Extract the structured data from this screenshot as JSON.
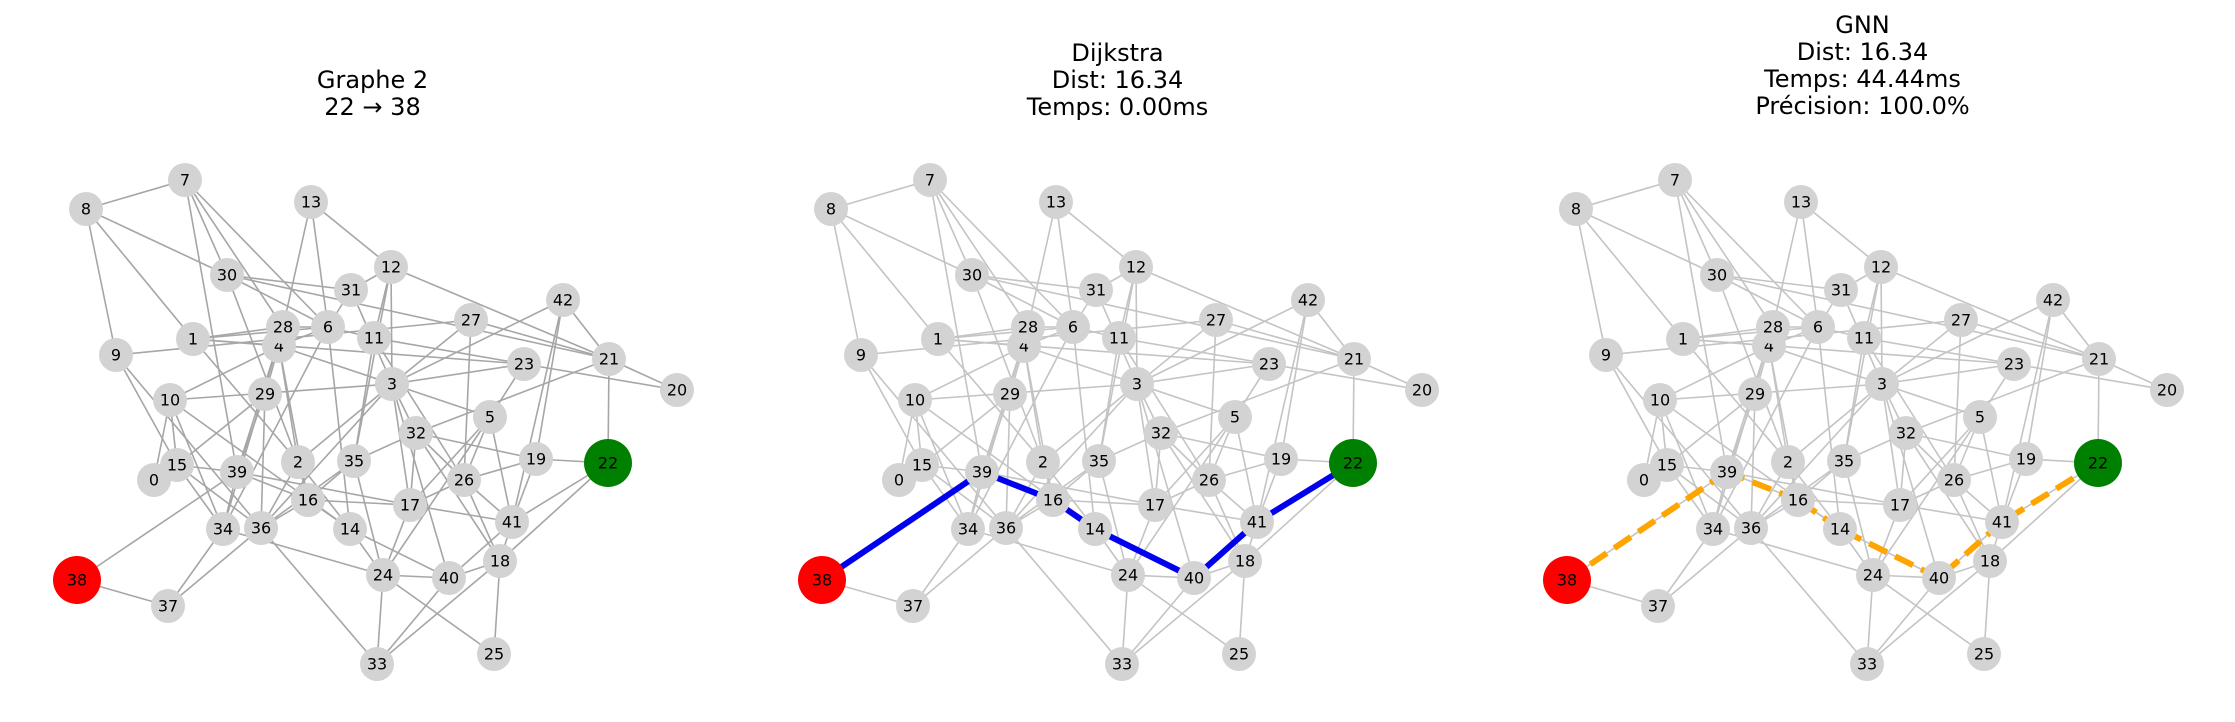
{
  "figure": {
    "panels": [
      {
        "id": "graph",
        "title_lines": [
          "Graphe 2",
          "22 → 38"
        ],
        "edge_color": "#a6a6a6",
        "path_style": "none"
      },
      {
        "id": "dijkstra",
        "title_lines": [
          "Dijkstra",
          "Dist: 16.34",
          "Temps: 0.00ms"
        ],
        "edge_color": "#c4c4c4",
        "path_color": "#0000ee",
        "path_style": "solid"
      },
      {
        "id": "gnn",
        "title_lines": [
          "GNN",
          "Dist: 16.34",
          "Temps: 44.44ms",
          "Précision: 100.0%"
        ],
        "edge_color": "#c4c4c4",
        "path_color": "#ffa500",
        "path_style": "dashed"
      }
    ],
    "colors": {
      "node": "#d3d3d3",
      "source": "#008000",
      "target": "#ff0000"
    },
    "source_node": "22",
    "target_node": "38",
    "path": [
      "22",
      "41",
      "40",
      "14",
      "16",
      "39",
      "38"
    ]
  },
  "graph": {
    "nodes": [
      "0",
      "1",
      "2",
      "3",
      "4",
      "5",
      "6",
      "7",
      "8",
      "9",
      "10",
      "11",
      "12",
      "13",
      "14",
      "15",
      "16",
      "17",
      "18",
      "19",
      "20",
      "21",
      "22",
      "23",
      "24",
      "25",
      "26",
      "27",
      "28",
      "29",
      "30",
      "31",
      "32",
      "33",
      "34",
      "35",
      "36",
      "37",
      "38",
      "39",
      "40",
      "41",
      "42"
    ],
    "edges": [
      [
        "8",
        "7"
      ],
      [
        "8",
        "9"
      ],
      [
        "8",
        "1"
      ],
      [
        "8",
        "30"
      ],
      [
        "7",
        "30"
      ],
      [
        "7",
        "28"
      ],
      [
        "7",
        "6"
      ],
      [
        "7",
        "39"
      ],
      [
        "30",
        "31"
      ],
      [
        "30",
        "21"
      ],
      [
        "30",
        "6"
      ],
      [
        "30",
        "2"
      ],
      [
        "13",
        "28"
      ],
      [
        "13",
        "12"
      ],
      [
        "13",
        "6"
      ],
      [
        "12",
        "31"
      ],
      [
        "12",
        "11"
      ],
      [
        "12",
        "21"
      ],
      [
        "12",
        "3"
      ],
      [
        "12",
        "35"
      ],
      [
        "31",
        "6"
      ],
      [
        "31",
        "3"
      ],
      [
        "28",
        "4"
      ],
      [
        "28",
        "6"
      ],
      [
        "28",
        "39"
      ],
      [
        "28",
        "34"
      ],
      [
        "6",
        "11"
      ],
      [
        "6",
        "14"
      ],
      [
        "6",
        "4"
      ],
      [
        "6",
        "1"
      ],
      [
        "6",
        "34"
      ],
      [
        "1",
        "28"
      ],
      [
        "1",
        "4"
      ],
      [
        "1",
        "2"
      ],
      [
        "1",
        "23"
      ],
      [
        "9",
        "27"
      ],
      [
        "9",
        "15"
      ],
      [
        "9",
        "36"
      ],
      [
        "4",
        "3"
      ],
      [
        "4",
        "16"
      ],
      [
        "4",
        "29"
      ],
      [
        "4",
        "2"
      ],
      [
        "4",
        "10"
      ],
      [
        "11",
        "35"
      ],
      [
        "11",
        "26"
      ],
      [
        "11",
        "23"
      ],
      [
        "10",
        "15"
      ],
      [
        "10",
        "0"
      ],
      [
        "10",
        "34"
      ],
      [
        "10",
        "14"
      ],
      [
        "10",
        "3"
      ],
      [
        "29",
        "39"
      ],
      [
        "29",
        "15"
      ],
      [
        "29",
        "36"
      ],
      [
        "27",
        "3"
      ],
      [
        "27",
        "26"
      ],
      [
        "27",
        "21"
      ],
      [
        "42",
        "21"
      ],
      [
        "42",
        "19"
      ],
      [
        "42",
        "41"
      ],
      [
        "42",
        "3"
      ],
      [
        "21",
        "20"
      ],
      [
        "21",
        "22"
      ],
      [
        "21",
        "32"
      ],
      [
        "23",
        "3"
      ],
      [
        "23",
        "5"
      ],
      [
        "23",
        "20"
      ],
      [
        "3",
        "32"
      ],
      [
        "3",
        "5"
      ],
      [
        "3",
        "2"
      ],
      [
        "3",
        "17"
      ],
      [
        "3",
        "40"
      ],
      [
        "3",
        "36"
      ],
      [
        "5",
        "26"
      ],
      [
        "5",
        "41"
      ],
      [
        "5",
        "24"
      ],
      [
        "5",
        "17"
      ],
      [
        "32",
        "19"
      ],
      [
        "32",
        "26"
      ],
      [
        "32",
        "17"
      ],
      [
        "32",
        "18"
      ],
      [
        "32",
        "35"
      ],
      [
        "2",
        "16"
      ],
      [
        "2",
        "14"
      ],
      [
        "2",
        "36"
      ],
      [
        "35",
        "16"
      ],
      [
        "35",
        "24"
      ],
      [
        "35",
        "36"
      ],
      [
        "0",
        "15"
      ],
      [
        "15",
        "39"
      ],
      [
        "15",
        "34"
      ],
      [
        "15",
        "36"
      ],
      [
        "39",
        "16"
      ],
      [
        "39",
        "34"
      ],
      [
        "39",
        "38"
      ],
      [
        "39",
        "17"
      ],
      [
        "16",
        "14"
      ],
      [
        "16",
        "36"
      ],
      [
        "16",
        "17"
      ],
      [
        "17",
        "41"
      ],
      [
        "17",
        "24"
      ],
      [
        "17",
        "26"
      ],
      [
        "19",
        "22"
      ],
      [
        "19",
        "41"
      ],
      [
        "19",
        "26"
      ],
      [
        "26",
        "18"
      ],
      [
        "26",
        "41"
      ],
      [
        "22",
        "41"
      ],
      [
        "22",
        "18"
      ],
      [
        "41",
        "40"
      ],
      [
        "41",
        "18"
      ],
      [
        "14",
        "40"
      ],
      [
        "14",
        "24"
      ],
      [
        "24",
        "40"
      ],
      [
        "24",
        "33"
      ],
      [
        "24",
        "25"
      ],
      [
        "40",
        "33"
      ],
      [
        "40",
        "18"
      ],
      [
        "18",
        "33"
      ],
      [
        "18",
        "25"
      ],
      [
        "34",
        "37"
      ],
      [
        "34",
        "24"
      ],
      [
        "36",
        "37"
      ],
      [
        "36",
        "33"
      ],
      [
        "38",
        "37"
      ]
    ]
  }
}
